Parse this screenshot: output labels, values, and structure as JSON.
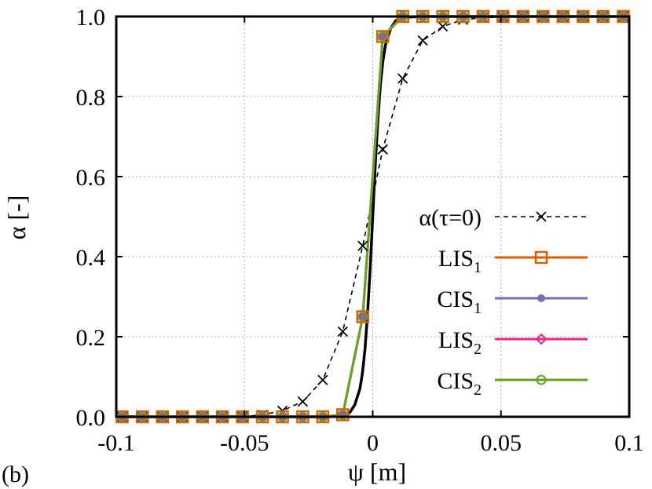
{
  "panel_label": "(b)",
  "chart_data": {
    "type": "line",
    "xlabel": "ψ [m]",
    "ylabel": "α [-]",
    "xlim": [
      -0.1,
      0.1
    ],
    "ylim": [
      0.0,
      1.0
    ],
    "xticks": [
      -0.1,
      -0.05,
      0,
      0.05,
      0.1
    ],
    "xtick_labels": [
      "-0.1",
      "-0.05",
      "0",
      "0.05",
      "0.1"
    ],
    "yticks": [
      0.0,
      0.2,
      0.4,
      0.6,
      0.8,
      1.0
    ],
    "ytick_labels": [
      "0.0",
      "0.2",
      "0.4",
      "0.6",
      "0.8",
      "1.0"
    ],
    "grid": true,
    "legend_position": "right",
    "exact_curve": {
      "color": "#000000",
      "x": [
        -0.1,
        -0.02,
        -0.012,
        -0.009,
        -0.007,
        -0.005,
        -0.004,
        -0.003,
        -0.002,
        -0.001,
        0.0,
        0.001,
        0.002,
        0.003,
        0.004,
        0.005,
        0.007,
        0.009,
        0.012,
        0.02,
        0.1
      ],
      "y": [
        0.0,
        0.0,
        0.002,
        0.01,
        0.03,
        0.07,
        0.11,
        0.17,
        0.26,
        0.37,
        0.5,
        0.63,
        0.74,
        0.83,
        0.89,
        0.93,
        0.97,
        0.99,
        0.998,
        1.0,
        1.0
      ]
    },
    "series": [
      {
        "name": "α(τ=0)",
        "color": "#000000",
        "marker": "cross",
        "dashed": true,
        "x": [
          -0.0977,
          -0.0898,
          -0.082,
          -0.0742,
          -0.0664,
          -0.0586,
          -0.0508,
          -0.043,
          -0.0352,
          -0.0273,
          -0.0195,
          -0.0117,
          -0.0039,
          0.0039,
          0.0117,
          0.0195,
          0.0273,
          0.0352,
          0.043,
          0.0508,
          0.0586,
          0.0664,
          0.0742,
          0.082,
          0.0898,
          0.0977
        ],
        "y": [
          0.0,
          0.0,
          0.0,
          0.0,
          0.0,
          0.0,
          0.0,
          0.005,
          0.015,
          0.038,
          0.092,
          0.213,
          0.427,
          0.668,
          0.845,
          0.94,
          0.975,
          0.992,
          0.997,
          0.999,
          1.0,
          1.0,
          1.0,
          1.0,
          1.0,
          1.0
        ]
      },
      {
        "name": "LIS",
        "sub": "1",
        "color": "#d95f02",
        "marker": "square",
        "x": [
          -0.0977,
          -0.0898,
          -0.082,
          -0.0742,
          -0.0664,
          -0.0586,
          -0.0508,
          -0.043,
          -0.0352,
          -0.0273,
          -0.0195,
          -0.0117,
          -0.0039,
          0.0039,
          0.0117,
          0.0195,
          0.0273,
          0.0352,
          0.043,
          0.0508,
          0.0586,
          0.0664,
          0.0742,
          0.082,
          0.0898,
          0.0977
        ],
        "y": [
          0.0,
          0.0,
          0.0,
          0.0,
          0.0,
          0.0,
          0.0,
          0.0,
          0.0,
          0.0,
          0.0,
          0.005,
          0.25,
          0.95,
          1.0,
          1.0,
          1.0,
          1.0,
          1.0,
          1.0,
          1.0,
          1.0,
          1.0,
          1.0,
          1.0,
          1.0
        ]
      },
      {
        "name": "CIS",
        "sub": "1",
        "color": "#7570b3",
        "marker": "filled-circle",
        "x": [
          -0.0977,
          -0.0898,
          -0.082,
          -0.0742,
          -0.0664,
          -0.0586,
          -0.0508,
          -0.043,
          -0.0352,
          -0.0273,
          -0.0195,
          -0.0117,
          -0.0039,
          0.0039,
          0.0117,
          0.0195,
          0.0273,
          0.0352,
          0.043,
          0.0508,
          0.0586,
          0.0664,
          0.0742,
          0.082,
          0.0898,
          0.0977
        ],
        "y": [
          0.0,
          0.0,
          0.0,
          0.0,
          0.0,
          0.0,
          0.0,
          0.0,
          0.0,
          0.0,
          0.0,
          0.005,
          0.25,
          0.95,
          1.0,
          1.0,
          1.0,
          1.0,
          1.0,
          1.0,
          1.0,
          1.0,
          1.0,
          1.0,
          1.0,
          1.0
        ]
      },
      {
        "name": "LIS",
        "sub": "2",
        "color": "#e7298a",
        "marker": "diamond",
        "x": [
          -0.0977,
          -0.0898,
          -0.082,
          -0.0742,
          -0.0664,
          -0.0586,
          -0.0508,
          -0.043,
          -0.0352,
          -0.0273,
          -0.0195,
          -0.0117,
          -0.0039,
          0.0039,
          0.0117,
          0.0195,
          0.0273,
          0.0352,
          0.043,
          0.0508,
          0.0586,
          0.0664,
          0.0742,
          0.082,
          0.0898,
          0.0977
        ],
        "y": [
          0.0,
          0.0,
          0.0,
          0.0,
          0.0,
          0.0,
          0.0,
          0.0,
          0.0,
          0.0,
          0.0,
          0.005,
          0.25,
          0.95,
          1.0,
          1.0,
          1.0,
          1.0,
          1.0,
          1.0,
          1.0,
          1.0,
          1.0,
          1.0,
          1.0,
          1.0
        ]
      },
      {
        "name": "CIS",
        "sub": "2",
        "color": "#66a61e",
        "marker": "circle",
        "x": [
          -0.0977,
          -0.0898,
          -0.082,
          -0.0742,
          -0.0664,
          -0.0586,
          -0.0508,
          -0.043,
          -0.0352,
          -0.0273,
          -0.0195,
          -0.0117,
          -0.0039,
          0.0039,
          0.0117,
          0.0195,
          0.0273,
          0.0352,
          0.043,
          0.0508,
          0.0586,
          0.0664,
          0.0742,
          0.082,
          0.0898,
          0.0977
        ],
        "y": [
          0.0,
          0.0,
          0.0,
          0.0,
          0.0,
          0.0,
          0.0,
          0.0,
          0.0,
          0.0,
          0.0,
          0.005,
          0.25,
          0.95,
          1.0,
          1.0,
          1.0,
          1.0,
          1.0,
          1.0,
          1.0,
          1.0,
          1.0,
          1.0,
          1.0,
          1.0
        ]
      }
    ]
  }
}
